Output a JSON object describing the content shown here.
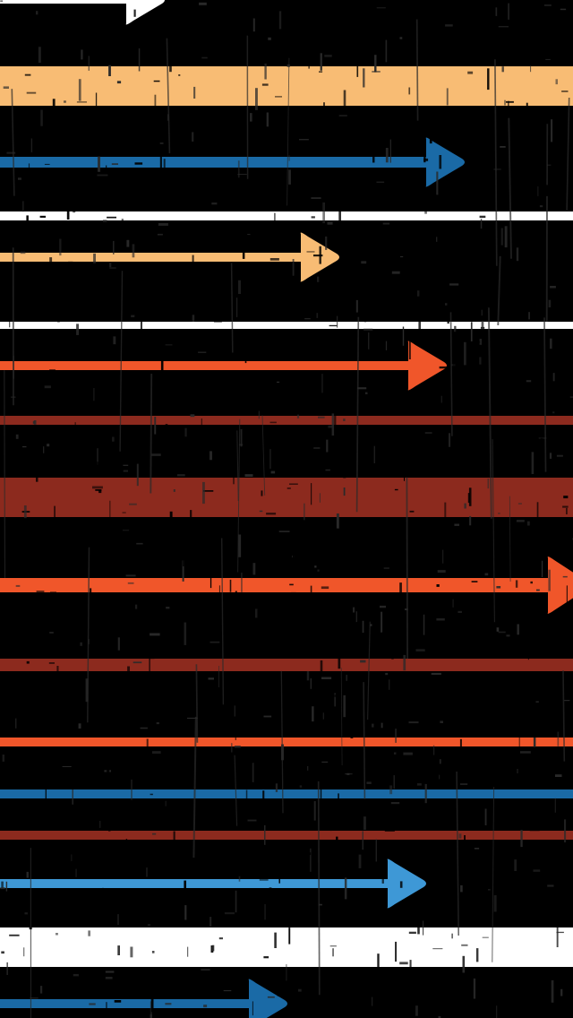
{
  "palette": {
    "background": "#000000",
    "peach": "#F8BC74",
    "blue": "#1A6AA6",
    "light_blue": "#3E98D6",
    "white": "#FFFFFF",
    "orange": "#F0562A",
    "dark_red": "#8C2A1E",
    "grunge": "#2A2A2A"
  },
  "stripes": [
    {
      "name": "stripe-white-top",
      "color": "white",
      "arrow": true
    },
    {
      "name": "stripe-peach-thick",
      "color": "peach",
      "arrow": false
    },
    {
      "name": "stripe-blue-arrow",
      "color": "blue",
      "arrow": true
    },
    {
      "name": "stripe-white-thin-1",
      "color": "white",
      "arrow": false
    },
    {
      "name": "stripe-peach-arrow",
      "color": "peach",
      "arrow": true
    },
    {
      "name": "stripe-white-thin-2",
      "color": "white",
      "arrow": false
    },
    {
      "name": "stripe-orange-arrow-1",
      "color": "orange",
      "arrow": true
    },
    {
      "name": "stripe-dark-red-thin-1",
      "color": "dark_red",
      "arrow": false
    },
    {
      "name": "stripe-dark-red-thick",
      "color": "dark_red",
      "arrow": false
    },
    {
      "name": "stripe-orange-arrow-2",
      "color": "orange",
      "arrow": true
    },
    {
      "name": "stripe-dark-red-thin-2",
      "color": "dark_red",
      "arrow": false
    },
    {
      "name": "stripe-orange-thin",
      "color": "orange",
      "arrow": false
    },
    {
      "name": "stripe-blue-thin",
      "color": "blue",
      "arrow": false
    },
    {
      "name": "stripe-dark-red-thin-3",
      "color": "dark_red",
      "arrow": false
    },
    {
      "name": "stripe-light-blue-arrow",
      "color": "light_blue",
      "arrow": true
    },
    {
      "name": "stripe-white-thick",
      "color": "white",
      "arrow": false
    },
    {
      "name": "stripe-blue-arrow-bottom",
      "color": "blue",
      "arrow": true
    }
  ]
}
